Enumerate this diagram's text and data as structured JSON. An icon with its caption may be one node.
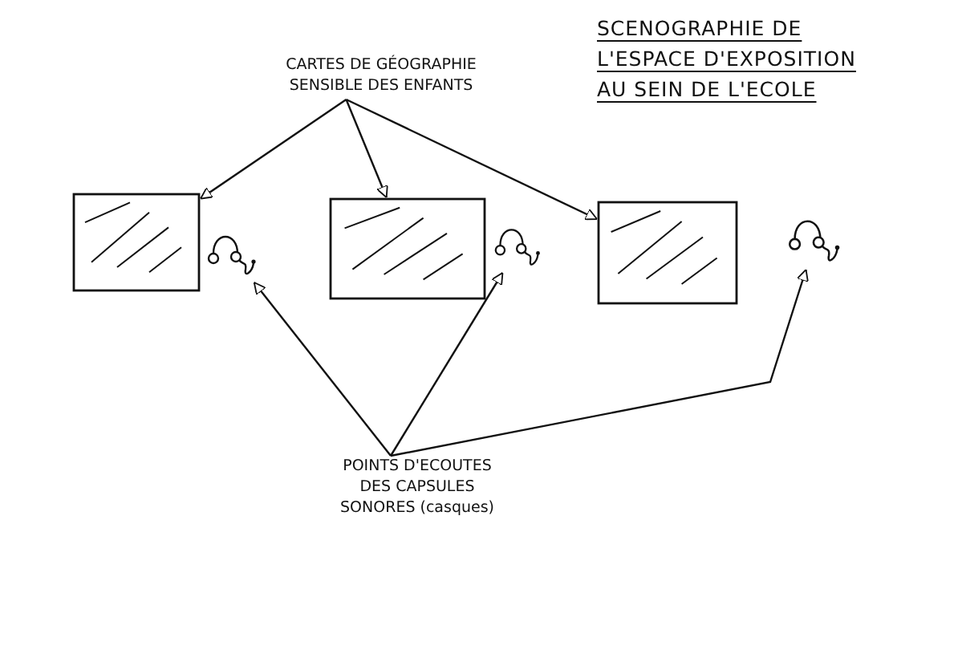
{
  "diagram": {
    "title": "SCENOGRAPHIE DE L'ESPACE D'EXPOSITION AU SEIN DE L'ECOLE",
    "nodes": [
      {
        "text": [
          "CARTES DE GÉOGRAPHIE SENSIBLE DES ENFANTS"
        ]
      },
      {
        "text": [],
        "shape": "box"
      },
      {
        "text": [],
        "shape": "box"
      },
      {
        "text": [],
        "shape": "box"
      },
      {
        "text": [],
        "shape": "picture"
      },
      {
        "text": [],
        "shape": "picture"
      },
      {
        "text": [],
        "shape": "picture"
      },
      {
        "text": [
          "POINTS D'ECOUTES DES CAPSULES SONORES (casques)"
        ]
      }
    ],
    "edges": [
      {
        "from": 0,
        "to": 1,
        "arrow": "to"
      },
      {
        "from": 0,
        "to": 2,
        "arrow": "to"
      },
      {
        "from": 0,
        "to": 3,
        "arrow": "to"
      },
      {
        "from": 7,
        "to": 4,
        "arrow": "to"
      },
      {
        "from": 7,
        "to": 5,
        "arrow": "to"
      },
      {
        "from": 7,
        "to": 6,
        "arrow": "to"
      }
    ]
  }
}
